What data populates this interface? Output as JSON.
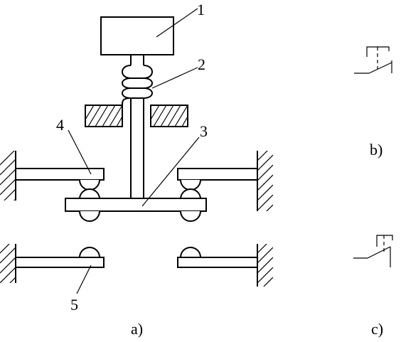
{
  "labels": {
    "part1": "1",
    "part2": "2",
    "part3": "3",
    "part4": "4",
    "part5": "5"
  },
  "captions": {
    "a": "a)",
    "b": "b)",
    "c": "c)"
  },
  "colors": {
    "stroke": "#000000",
    "background": "#ffffff"
  }
}
